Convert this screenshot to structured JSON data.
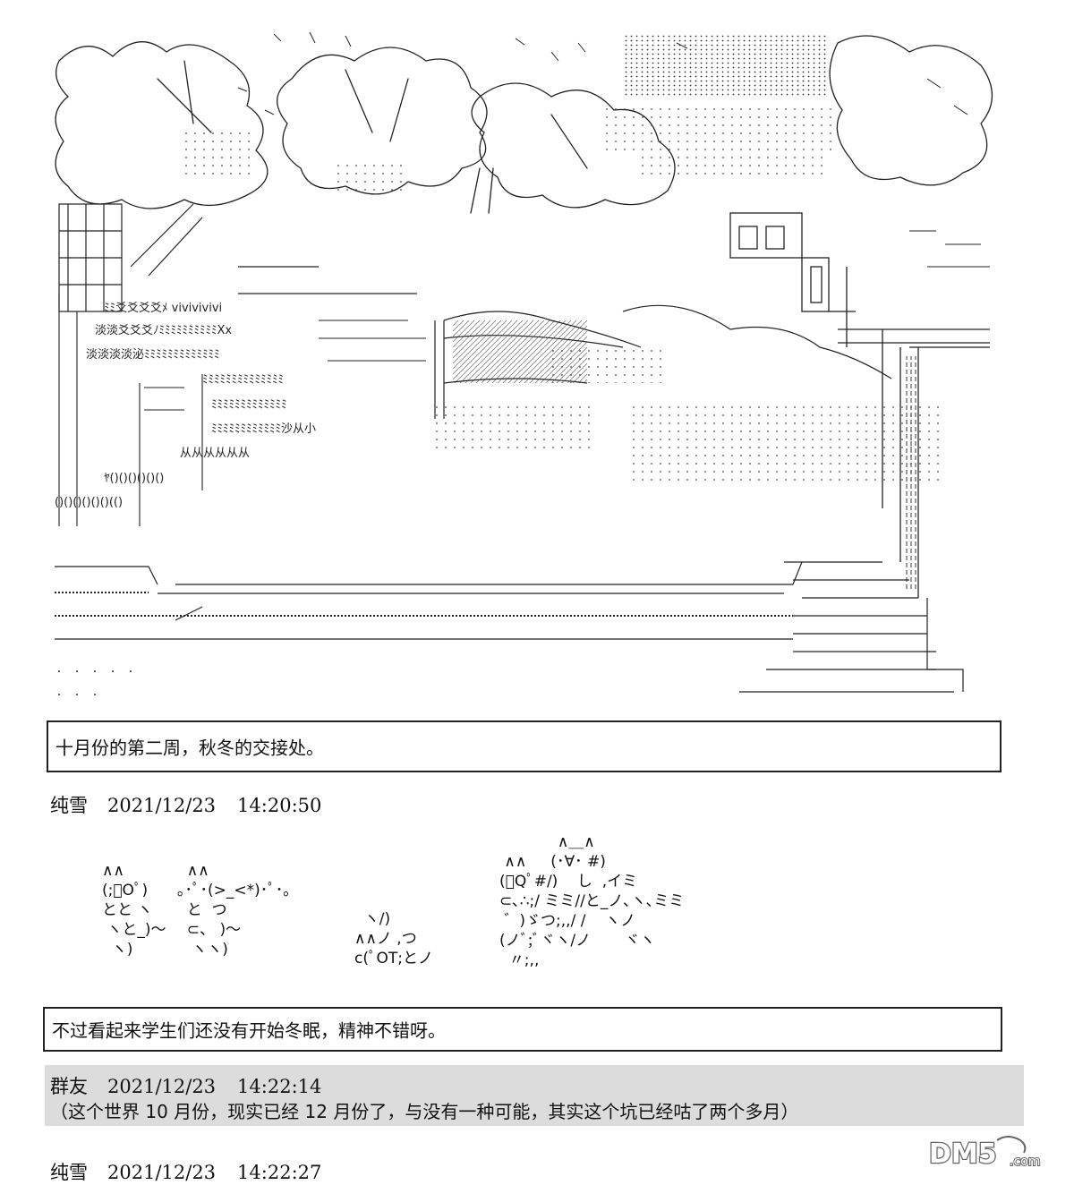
{
  "narration": {
    "box1": "十月份的第二周，秋冬的交接处。",
    "box2": "不过看起来学生们还没有开始冬眠，精神不错呀。"
  },
  "posts": [
    {
      "author": "纯雪",
      "date": "2021/12/23",
      "time": "14:20:50"
    },
    {
      "author": "群友",
      "date": "2021/12/23",
      "time": "14:22:14",
      "text": "（这个世界 10 月份，现实已经 12 月份了，与没有一种可能，其实这个坑已经咕了两个多月）"
    },
    {
      "author": "纯雪",
      "date": "2021/12/23",
      "time": "14:22:27"
    }
  ],
  "ascii_art": {
    "cat1": "∧∧\n(;ﾟOﾟ)\nとと ヽ\n ヽと_)～\n  ヽ)",
    "cat2": "  ∧∧\n｡･ﾟ･(>_<*)･ﾟ･｡\n  と  つ\n  ⊂、 )～\n   ヽヽ)",
    "cat3": "  ヽ/)\n∧∧ノ ,つ\nc(ﾟOT;とノ",
    "cat4": "            ∧＿∧\n ∧∧     (･∀･ #)\n(ﾟQﾟ#/)    し  ,イミ\n⊂､∴;/ ミミ//と_ノ､ヽ､ミミ\n ゛)ゞつ;,,/ /    ヽノ\n(ノﾞ;ﾞヾヽ/ノ       ヾヽ\n  〃;,,"
  },
  "watermark": {
    "logo_text": "DM5",
    "suffix": ".com"
  },
  "colors": {
    "highlight_bg": "#dcdcdc",
    "border": "#222222",
    "text": "#111111"
  }
}
